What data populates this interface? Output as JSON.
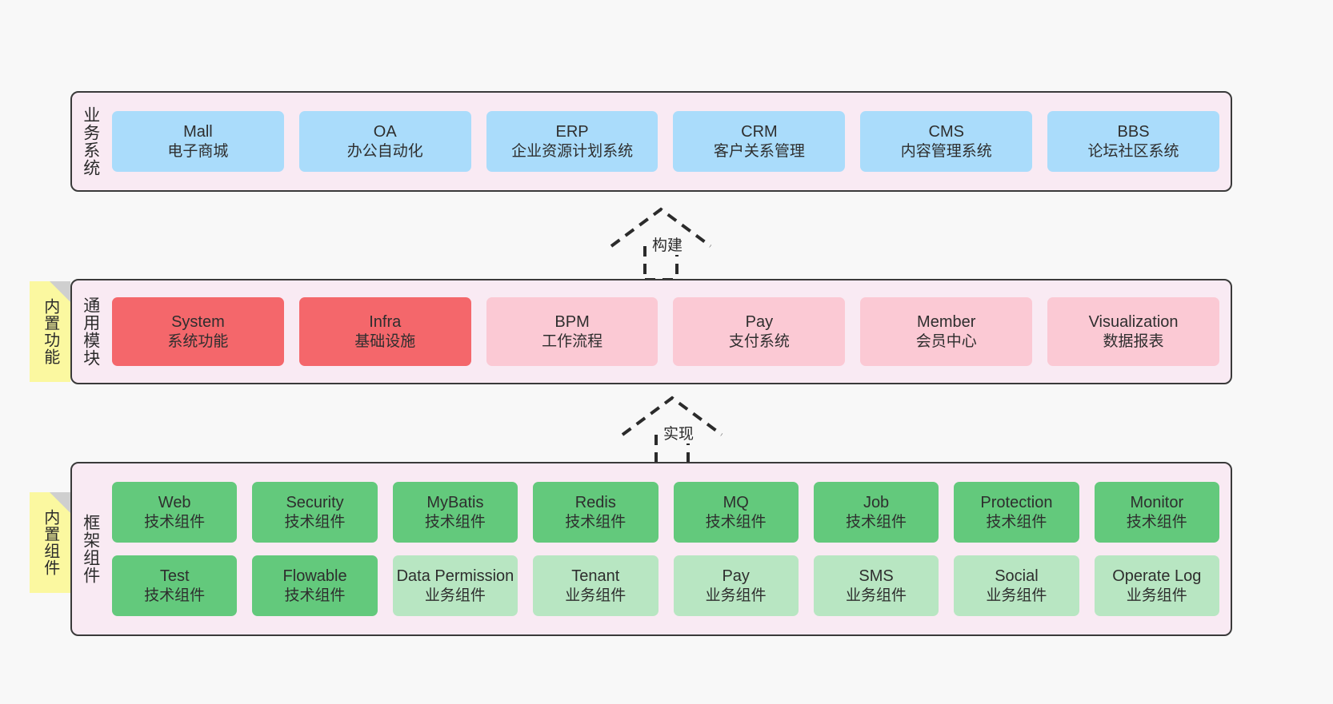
{
  "diagram": {
    "title": "ruoyi-vue-pro architecture layers",
    "background": "#f8f8f8",
    "colors": {
      "panel_bg": "#f9eaf3",
      "panel_border": "#3a3a3a",
      "business": "#aadcfb",
      "module_core": "#f4676b",
      "module_extra": "#fbc9d4",
      "tech_component": "#63c97c",
      "biz_component": "#b8e6c2",
      "note_bg": "#fbf8a0",
      "note_fold": "#cfcfcf"
    }
  },
  "layers": {
    "business": {
      "title": "业务系统",
      "cards": [
        {
          "en": "Mall",
          "cn": "电子商城"
        },
        {
          "en": "OA",
          "cn": "办公自动化"
        },
        {
          "en": "ERP",
          "cn": "企业资源计划系统"
        },
        {
          "en": "CRM",
          "cn": "客户关系管理"
        },
        {
          "en": "CMS",
          "cn": "内容管理系统"
        },
        {
          "en": "BBS",
          "cn": "论坛社区系统"
        }
      ]
    },
    "module": {
      "title": "通用模块",
      "note": "内置功能",
      "cards": [
        {
          "en": "System",
          "cn": "系统功能",
          "variant": "c-red"
        },
        {
          "en": "Infra",
          "cn": "基础设施",
          "variant": "c-red"
        },
        {
          "en": "BPM",
          "cn": "工作流程",
          "variant": "c-pink"
        },
        {
          "en": "Pay",
          "cn": "支付系统",
          "variant": "c-pink"
        },
        {
          "en": "Member",
          "cn": "会员中心",
          "variant": "c-pink"
        },
        {
          "en": "Visualization",
          "cn": "数据报表",
          "variant": "c-pink"
        }
      ]
    },
    "framework": {
      "title": "框架组件",
      "note": "内置组件",
      "row1": [
        {
          "en": "Web",
          "cn": "技术组件",
          "variant": "c-green"
        },
        {
          "en": "Security",
          "cn": "技术组件",
          "variant": "c-green"
        },
        {
          "en": "MyBatis",
          "cn": "技术组件",
          "variant": "c-green"
        },
        {
          "en": "Redis",
          "cn": "技术组件",
          "variant": "c-green"
        },
        {
          "en": "MQ",
          "cn": "技术组件",
          "variant": "c-green"
        },
        {
          "en": "Job",
          "cn": "技术组件",
          "variant": "c-green"
        },
        {
          "en": "Protection",
          "cn": "技术组件",
          "variant": "c-green"
        },
        {
          "en": "Monitor",
          "cn": "技术组件",
          "variant": "c-green"
        }
      ],
      "row2": [
        {
          "en": "Test",
          "cn": "技术组件",
          "variant": "c-green"
        },
        {
          "en": "Flowable",
          "cn": "技术组件",
          "variant": "c-green"
        },
        {
          "en": "Data Permission",
          "cn": "业务组件",
          "variant": "c-lgreen"
        },
        {
          "en": "Tenant",
          "cn": "业务组件",
          "variant": "c-lgreen"
        },
        {
          "en": "Pay",
          "cn": "业务组件",
          "variant": "c-lgreen"
        },
        {
          "en": "SMS",
          "cn": "业务组件",
          "variant": "c-lgreen"
        },
        {
          "en": "Social",
          "cn": "业务组件",
          "variant": "c-lgreen"
        },
        {
          "en": "Operate Log",
          "cn": "业务组件",
          "variant": "c-lgreen"
        }
      ]
    }
  },
  "connectors": [
    {
      "name": "build",
      "label": "构建"
    },
    {
      "name": "implement",
      "label": "实现"
    }
  ]
}
